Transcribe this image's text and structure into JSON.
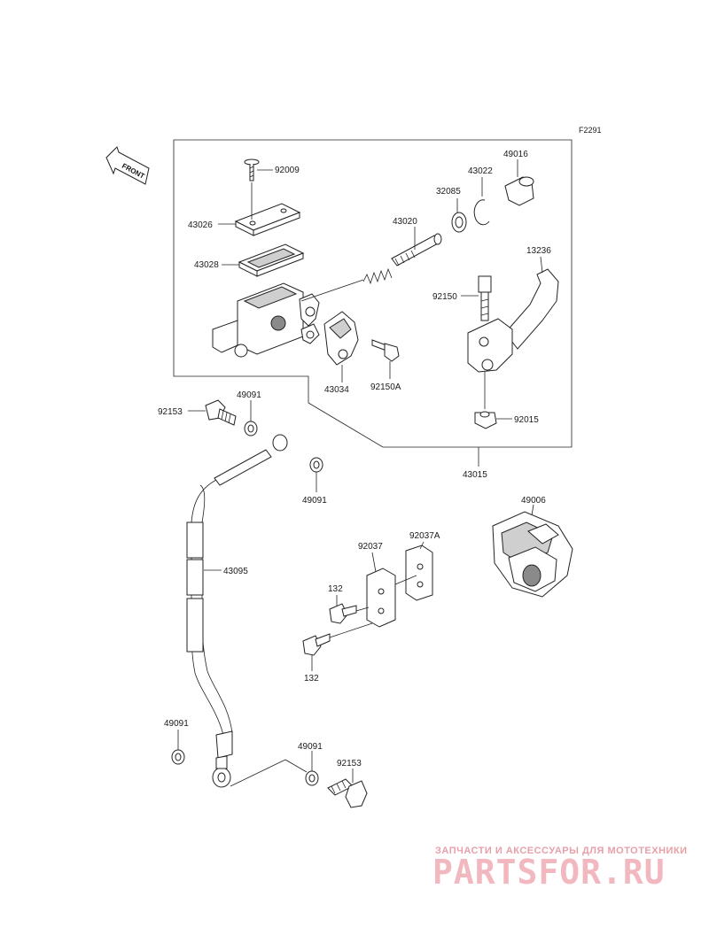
{
  "diagram": {
    "code": "F2291",
    "front_label": "FRONT",
    "parts": {
      "p92009": "92009",
      "p43026": "43026",
      "p43028": "43028",
      "p43020": "43020",
      "p32085": "32085",
      "p43022": "43022",
      "p49016": "49016",
      "p13236": "13236",
      "p92150": "92150",
      "p43034": "43034",
      "p92150A": "92150A",
      "p92015": "92015",
      "p43015": "43015",
      "p92153_top": "92153",
      "p49091_top": "49091",
      "p49091_right": "49091",
      "p43095": "43095",
      "p92037": "92037",
      "p92037A": "92037A",
      "p49006": "49006",
      "p132_top": "132",
      "p132_bottom": "132",
      "p49091_left": "49091",
      "p49091_bottom": "49091",
      "p92153_bottom": "92153"
    }
  },
  "watermark": {
    "tagline": "ЗАПЧАСТИ И АКСЕССУАРЫ ДЛЯ МОТОТЕХНИКИ",
    "brand": "PARTSFOR.RU"
  }
}
